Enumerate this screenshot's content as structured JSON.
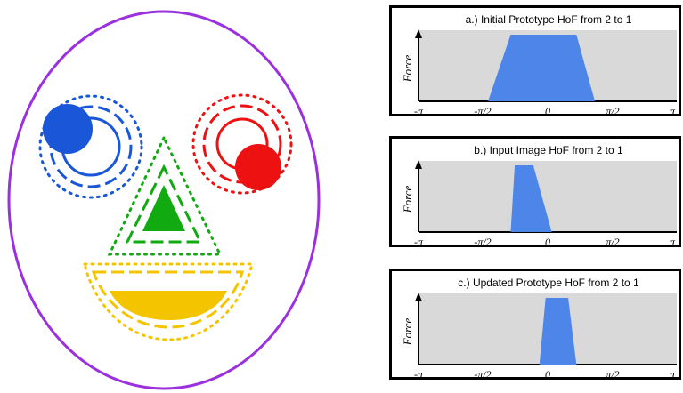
{
  "colors": {
    "outline": "#9b30e0",
    "blue": "#1a56d8",
    "red": "#ee1111",
    "green": "#11aa11",
    "yellow": "#f5c400",
    "hof_fill": "#4d86e8",
    "plot_bg": "#d9d9d9"
  },
  "face": {
    "shapes": [
      "left-eye-blue-circle",
      "right-eye-red-circle",
      "nose-green-triangle",
      "mouth-yellow-crescent"
    ]
  },
  "chart_data": [
    {
      "type": "area",
      "title": "a.) Initial Prototype HoF from 2 to 1",
      "ylabel": "Force",
      "xlabel": "",
      "x_ticks": [
        "-π",
        "-π/2",
        "0",
        "π/2",
        "π"
      ],
      "xlim": [
        -3.1416,
        3.1416
      ],
      "shape": "trapezoid",
      "base": [
        -1.45,
        1.15
      ],
      "top": [
        -0.9,
        0.7
      ],
      "ylim": [
        0,
        1
      ]
    },
    {
      "type": "area",
      "title": "b.) Input Image HoF from 2 to 1",
      "ylabel": "Force",
      "xlabel": "",
      "x_ticks": [
        "-π",
        "-π/2",
        "0",
        "π/2",
        "π"
      ],
      "xlim": [
        -3.1416,
        3.1416
      ],
      "shape": "trapezoid",
      "base": [
        -0.9,
        0.1
      ],
      "top": [
        -0.8,
        -0.35
      ],
      "ylim": [
        0,
        1
      ]
    },
    {
      "type": "area",
      "title": "c.) Updated Prototype HoF from 2 to 1",
      "ylabel": "Force",
      "xlabel": "",
      "x_ticks": [
        "-π",
        "-π/2",
        "0",
        "π/2",
        "π"
      ],
      "xlim": [
        -3.1416,
        3.1416
      ],
      "shape": "trapezoid",
      "base": [
        -0.2,
        0.7
      ],
      "top": [
        -0.05,
        0.5
      ],
      "ylim": [
        0,
        1
      ]
    }
  ]
}
